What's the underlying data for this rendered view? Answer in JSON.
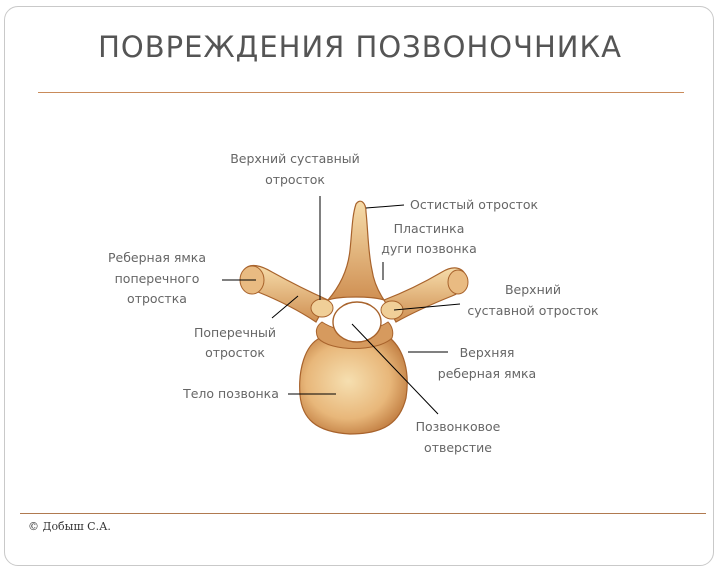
{
  "slide": {
    "title": "ПОВРЕЖДЕНИЯ ПОЗВОНОЧНИКА",
    "footer": "© Добыш С.А."
  },
  "labels": {
    "superior_articular_left_l1": "Верхний суставный",
    "superior_articular_left_l2": "отросток",
    "spinous_process": "Остистый отросток",
    "lamina_l1": "Пластинка",
    "lamina_l2": "дуги позвонка",
    "costal_facet_tp_l1": "Реберная ямка",
    "costal_facet_tp_l2": "поперечного",
    "costal_facet_tp_l3": "отростка",
    "superior_articular_right_l1": "Верхний",
    "superior_articular_right_l2": "суставной отросток",
    "transverse_process_l1": "Поперечный",
    "transverse_process_l2": "отросток",
    "superior_costal_facet_l1": "Верхняя",
    "superior_costal_facet_l2": "реберная ямка",
    "vertebral_body": "Тело позвонка",
    "vertebral_foramen_l1": "Позвонковое",
    "vertebral_foramen_l2": "отверстие"
  },
  "colors": {
    "bone_light": "#f3d9a6",
    "bone_mid": "#e0a86a",
    "bone_dark": "#b56e35",
    "accent_rule": "#c98b5a"
  }
}
